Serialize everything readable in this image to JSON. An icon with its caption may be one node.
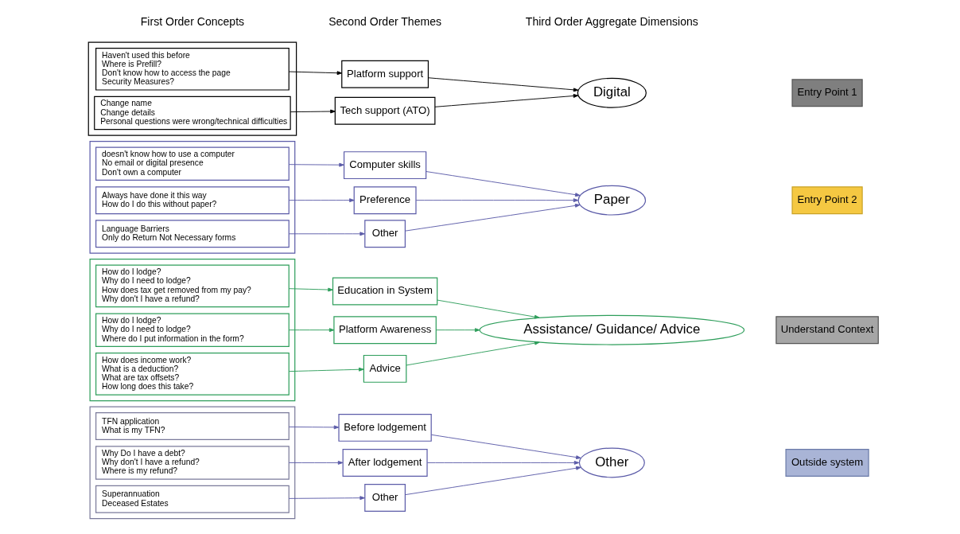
{
  "diagram": {
    "nodes": [
      {
        "text": [],
        "shape": "box"
      },
      {
        "text": [
          "Haven't used this before",
          "Where is Prefill?",
          "Don't know how to access the page",
          "Security Measures?"
        ],
        "in": 0
      },
      {
        "text": [
          "Change name",
          "Change details",
          "Personal questions were wrong/technical difficulties"
        ],
        "in": 0
      },
      {
        "text": [],
        "shape": "box"
      },
      {
        "text": [
          "doesn't know how to use a computer",
          "No email or digital presence",
          "Don't own a computer"
        ],
        "in": 3
      },
      {
        "text": [
          "Always have done it this way",
          "How do I do this without paper?"
        ],
        "in": 3
      },
      {
        "text": [
          "Language Barriers",
          "Only do Return Not Necessary forms"
        ],
        "in": 3
      },
      {
        "text": [],
        "shape": "box"
      },
      {
        "text": [
          "How do I lodge?",
          "Why do I need to lodge?",
          "How does tax get removed from my pay?",
          "Why don't I have a refund?"
        ],
        "in": 7
      },
      {
        "text": [
          "How do I lodge?",
          "Why do I need to lodge?",
          "Where do I put information in the form?"
        ],
        "in": 7
      },
      {
        "text": [
          "How does income work?",
          "What is a deduction?",
          "What are tax offsets?",
          "How long does this take?"
        ],
        "in": 7
      },
      {
        "text": [],
        "shape": "box"
      },
      {
        "text": [
          "TFN application",
          "What is my TFN?"
        ],
        "in": 11
      },
      {
        "text": [
          "Why Do I have a debt?",
          "Why don't I have a refund?",
          "Where is my refund?"
        ],
        "in": 11
      },
      {
        "text": [
          "Superannuation",
          "Deceased Estates"
        ],
        "in": 11
      },
      {
        "text": [
          "Platform support"
        ]
      },
      {
        "text": [
          "Tech support (ATO)"
        ]
      },
      {
        "text": [
          "Computer skills"
        ]
      },
      {
        "text": [
          "Preference"
        ]
      },
      {
        "text": [
          "Other"
        ]
      },
      {
        "text": [
          "Education in System"
        ]
      },
      {
        "text": [
          "Platform Awareness"
        ]
      },
      {
        "text": [
          "Advice"
        ]
      },
      {
        "text": [
          "Before lodgement"
        ]
      },
      {
        "text": [
          "After lodgement"
        ]
      },
      {
        "text": [
          "Other"
        ]
      },
      {
        "text": [
          "Digital"
        ]
      },
      {
        "text": [
          "Paper"
        ]
      },
      {
        "text": [
          "Assistance/ Guidance/ Advice"
        ]
      },
      {
        "text": [
          "Other"
        ]
      },
      {
        "text": [
          "Entry Point 1"
        ]
      },
      {
        "text": [
          "Entry Point 2"
        ]
      },
      {
        "text": [
          "Understand Context"
        ]
      },
      {
        "text": [
          "Outside system"
        ]
      }
    ],
    "edges": [
      {
        "from": 1,
        "to": 15,
        "arrow": "to",
        "color": "#000000"
      },
      {
        "from": 2,
        "to": 16,
        "arrow": "to",
        "color": "#000000"
      },
      {
        "from": 4,
        "to": 17,
        "arrow": "to"
      },
      {
        "from": 5,
        "to": 18,
        "arrow": "to"
      },
      {
        "from": 6,
        "to": 19,
        "arrow": "to"
      },
      {
        "from": 8,
        "to": 20,
        "arrow": "to",
        "color": "#2e9e5b"
      },
      {
        "from": 9,
        "to": 21,
        "arrow": "to",
        "color": "#2e9e5b"
      },
      {
        "from": 10,
        "to": 22,
        "arrow": "to",
        "color": "#2e9e5b"
      },
      {
        "from": 12,
        "to": 23,
        "arrow": "to"
      },
      {
        "from": 13,
        "to": 24,
        "arrow": "to"
      },
      {
        "from": 14,
        "to": 25,
        "arrow": "to"
      },
      {
        "from": 15,
        "to": 26,
        "arrow": "to",
        "color": "#000000"
      },
      {
        "from": 16,
        "to": 26,
        "arrow": "to",
        "color": "#000000"
      },
      {
        "from": 17,
        "to": 27,
        "arrow": "to"
      },
      {
        "from": 18,
        "to": 27,
        "arrow": "to"
      },
      {
        "from": 19,
        "to": 27,
        "arrow": "to"
      },
      {
        "from": 20,
        "to": 28,
        "arrow": "to",
        "color": "#2e9e5b"
      },
      {
        "from": 21,
        "to": 28,
        "arrow": "to",
        "color": "#2e9e5b"
      },
      {
        "from": 22,
        "to": 28,
        "arrow": "to",
        "color": "#2e9e5b"
      },
      {
        "from": 23,
        "to": 29,
        "arrow": "to"
      },
      {
        "from": 24,
        "to": 29,
        "arrow": "to"
      },
      {
        "from": 25,
        "to": 29,
        "arrow": "to"
      }
    ],
    "labels": [
      "First Order Concepts",
      "Second Order Themes",
      "Third Order Aggregate Dimensions"
    ]
  }
}
